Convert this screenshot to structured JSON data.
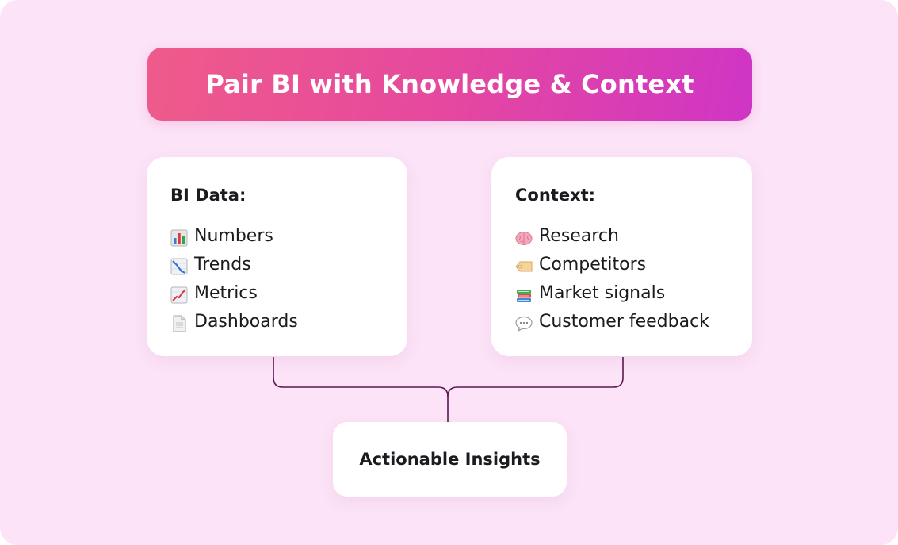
{
  "title": "Pair BI with Knowledge & Context",
  "cards": {
    "bi": {
      "heading": "BI Data:",
      "items": [
        {
          "label": "Numbers",
          "icon": "bar-chart-icon"
        },
        {
          "label": "Trends",
          "icon": "chart-decreasing-icon"
        },
        {
          "label": "Metrics",
          "icon": "chart-increasing-icon"
        },
        {
          "label": "Dashboards",
          "icon": "document-icon"
        }
      ]
    },
    "context": {
      "heading": "Context:",
      "items": [
        {
          "label": "Research",
          "icon": "brain-icon"
        },
        {
          "label": "Competitors",
          "icon": "label-tag-icon"
        },
        {
          "label": "Market signals",
          "icon": "books-icon"
        },
        {
          "label": "Customer feedback",
          "icon": "speech-bubble-icon"
        }
      ]
    }
  },
  "output": {
    "label": "Actionable Insights"
  },
  "colors": {
    "background": "#fce3f7",
    "banner_start": "#ef5b8a",
    "banner_end": "#cf35c5",
    "connector": "#5a1650"
  }
}
